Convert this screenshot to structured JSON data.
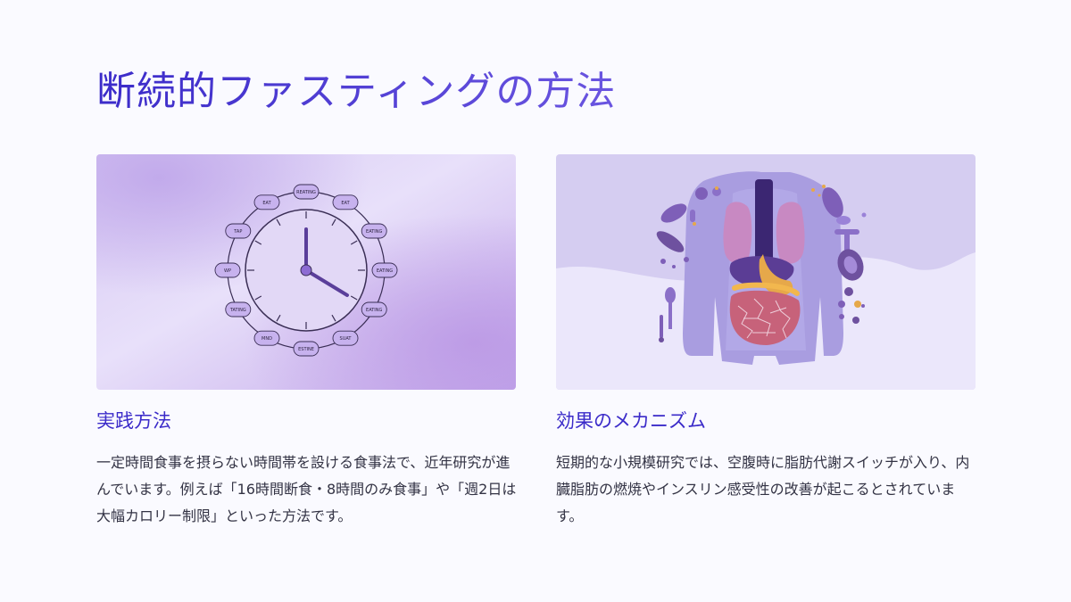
{
  "page": {
    "title": "断続的ファスティングの方法"
  },
  "left": {
    "heading": "実践方法",
    "body": "一定時間食事を摂らない時間帯を設ける食事法で、近年研究が進んでいます。例えば「16時間断食・8時間のみ食事」や「週2日は大幅カロリー制限」といった方法です。",
    "clock_labels": [
      "REATING",
      "EAT",
      "EATING",
      "EATING",
      "EATING",
      "SUAT",
      "ESTINE",
      "MND",
      "TATING",
      "WP",
      "TAP",
      "EAT"
    ]
  },
  "right": {
    "heading": "効果のメカニズム",
    "body": "短期的な小規模研究では、空腹時に脂肪代謝スイッチが入り、内臓脂肪の燃焼やインスリン感受性の改善が起こるとされています。"
  },
  "colors": {
    "title": "#3b2bc9",
    "heading": "#3b2bc9",
    "text": "#333344",
    "card_purple": "#c9b6ee",
    "body_purple": "#a89ddc"
  }
}
